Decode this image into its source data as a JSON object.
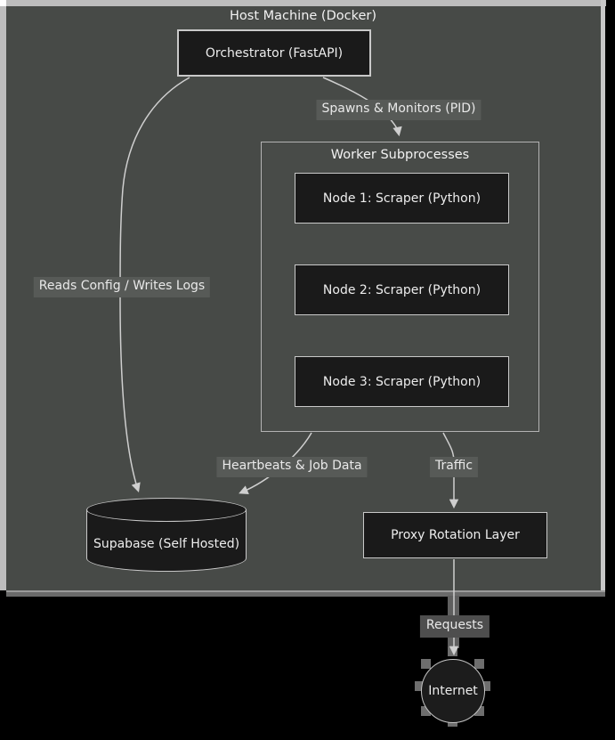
{
  "diagram": {
    "host": {
      "title": "Host Machine (Docker)"
    },
    "subgraph": {
      "title": "Worker Subprocesses"
    },
    "nodes": {
      "orchestrator": {
        "label": "Orchestrator (FastAPI)"
      },
      "node1": {
        "label": "Node 1: Scraper (Python)"
      },
      "node2": {
        "label": "Node 2: Scraper (Python)"
      },
      "node3": {
        "label": "Node 3: Scraper (Python)"
      },
      "supabase": {
        "label": "Supabase (Self Hosted)"
      },
      "proxy": {
        "label": "Proxy Rotation Layer"
      },
      "internet": {
        "label": "Internet"
      }
    },
    "edges": {
      "spawns": {
        "label": "Spawns & Monitors (PID)"
      },
      "reads": {
        "label": "Reads Config / Writes Logs"
      },
      "heartbeats": {
        "label": "Heartbeats & Job Data"
      },
      "traffic": {
        "label": "Traffic"
      },
      "requests": {
        "label": "Requests"
      }
    },
    "colors": {
      "page_background": "#000000",
      "host_fill": "#474a47",
      "host_border": "#bdbdbd",
      "node_fill": "#1a1a1a",
      "node_border": "#c9c9c9",
      "edge_line": "#cfcfcf",
      "edge_label_bg": "#575a57",
      "text": "#ededed"
    }
  }
}
